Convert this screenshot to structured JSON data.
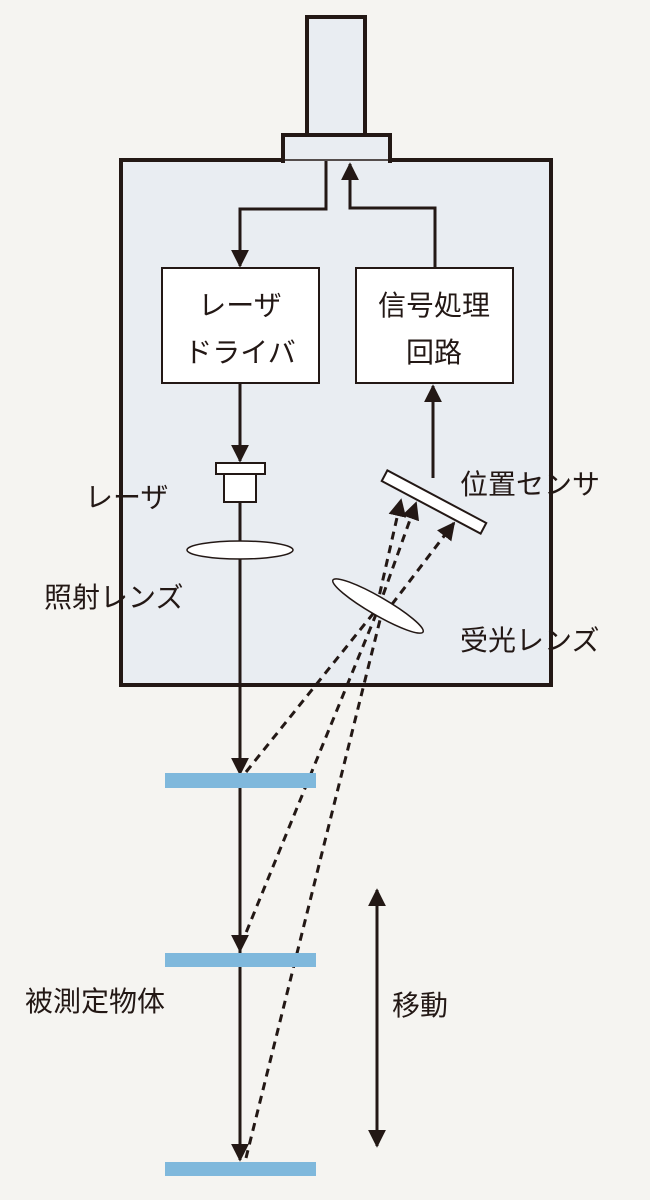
{
  "labels": {
    "laser_driver": [
      "レーザ",
      "ドライバ"
    ],
    "signal_circuit": [
      "信号処理",
      "回路"
    ],
    "laser": "レーザ",
    "irradiation_lens": "照射レンズ",
    "position_sensor": "位置センサ",
    "receiving_lens": "受光レンズ",
    "target_object": "被測定物体",
    "movement": "移動"
  },
  "colors": {
    "background": "#f5f4f1",
    "housing": "#e9edf2",
    "line": "#231815",
    "target": "#7fb8dc"
  }
}
